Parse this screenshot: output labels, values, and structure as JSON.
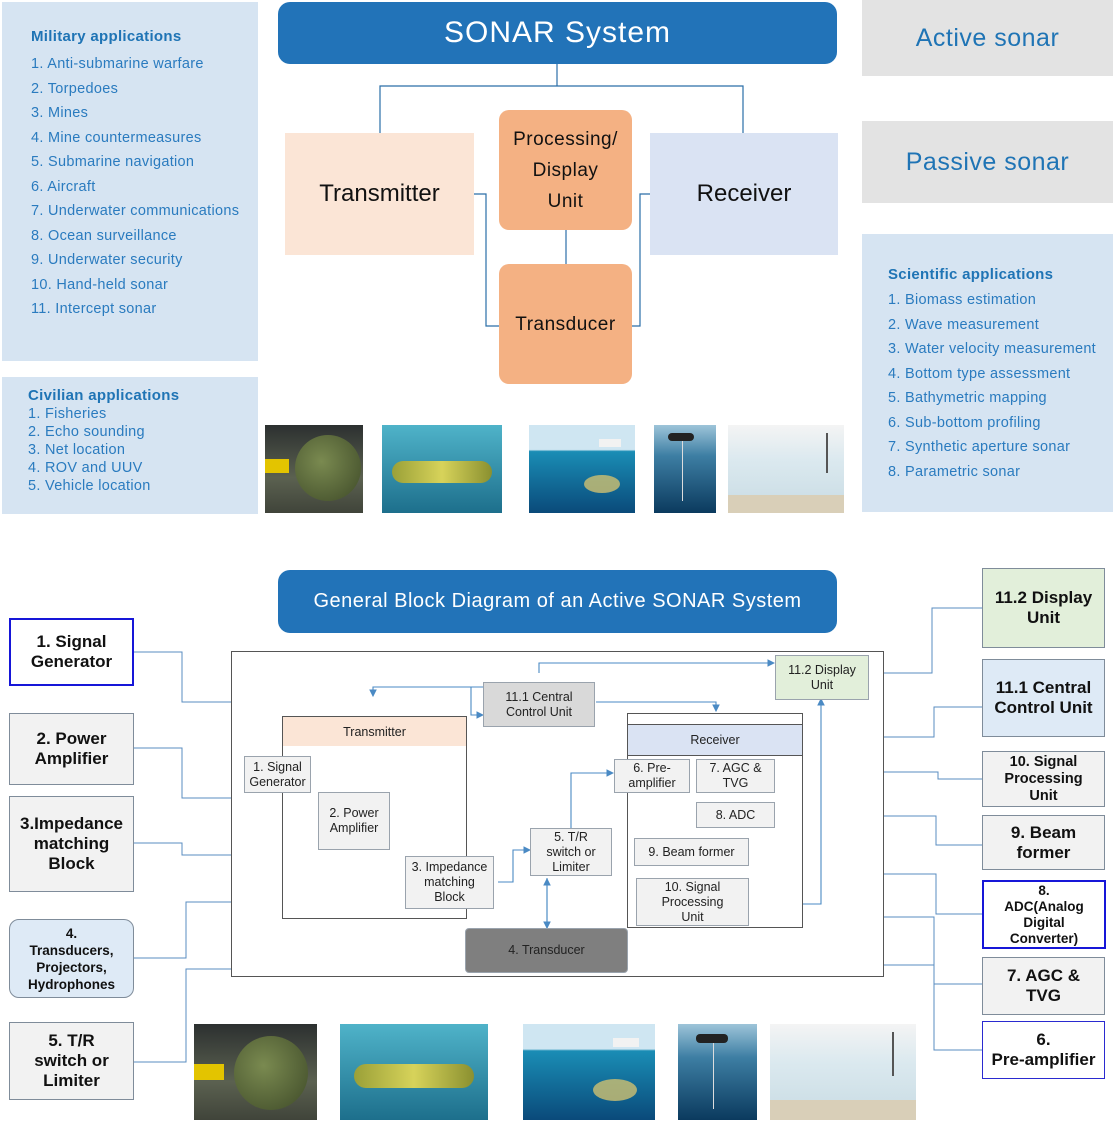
{
  "military": {
    "title": "Military applications",
    "items": [
      "1. Anti-submarine warfare",
      "2. Torpedoes",
      "3. Mines",
      "4. Mine countermeasures",
      "5. Submarine navigation",
      "6. Aircraft",
      "7. Underwater communications",
      "8. Ocean surveillance",
      "9. Underwater security",
      "10. Hand-held sonar",
      "11. Intercept sonar"
    ]
  },
  "civilian": {
    "title": "Civilian applications",
    "items": [
      "1. Fisheries",
      "2. Echo sounding",
      "3. Net location",
      "4. ROV and UUV",
      "5. Vehicle location"
    ]
  },
  "scientific": {
    "title": "Scientific applications",
    "items": [
      "1. Biomass estimation",
      "2. Wave measurement",
      "3. Water velocity measurement",
      "4. Bottom type assessment",
      "5. Bathymetric mapping",
      "6. Sub-bottom profiling",
      "7. Synthetic aperture sonar",
      "8. Parametric sonar"
    ]
  },
  "sonar_system": {
    "title": "SONAR System",
    "transmitter": "Transmitter",
    "receiver": "Receiver",
    "processing": [
      "Processing/",
      "Display",
      "Unit"
    ],
    "transducer": "Transducer"
  },
  "sonar_types": {
    "active": "Active sonar",
    "passive": "Passive sonar"
  },
  "block_diagram": {
    "title": "General Block Diagram of an Active SONAR System",
    "outer_left": {
      "signal_generator": [
        "1. Signal",
        "Generator"
      ],
      "power_amplifier": [
        "2. Power",
        "Amplifier"
      ],
      "impedance": [
        "3.Impedance",
        "matching",
        "Block"
      ],
      "transducers": [
        "4.",
        "Transducers,",
        "Projectors,",
        "Hydrophones"
      ],
      "tr_switch": [
        "5. T/R",
        "switch or",
        "Limiter"
      ]
    },
    "outer_right": {
      "display": [
        "11.2 Display",
        "Unit"
      ],
      "central": [
        "11.1 Central",
        "Control Unit"
      ],
      "signal_proc": [
        "10. Signal",
        "Processing",
        "Unit"
      ],
      "beam": [
        "9. Beam",
        "former"
      ],
      "adc": [
        "8.",
        "ADC(Analog",
        "Digital",
        "Converter)"
      ],
      "agc": [
        "7. AGC &",
        "TVG"
      ],
      "preamp": [
        "6.",
        "Pre-amplifier"
      ]
    },
    "inner": {
      "central": [
        "11.1 Central",
        "Control Unit"
      ],
      "display": [
        "11.2 Display",
        "Unit"
      ],
      "transmitter_hdr": "Transmitter",
      "receiver_hdr": "Receiver",
      "signal_gen": [
        "1. Signal",
        "Generator"
      ],
      "power_amp": [
        "2. Power",
        "Amplifier"
      ],
      "impedance": [
        "3. Impedance",
        "matching",
        "Block"
      ],
      "tr_switch": [
        "5. T/R",
        "switch or",
        "Limiter"
      ],
      "transducer": "4. Transducer",
      "preamp": [
        "6. Pre-",
        "amplifier"
      ],
      "agc": [
        "7. AGC &",
        "TVG"
      ],
      "adc": "8. ADC",
      "beam": "9. Beam former",
      "signal_proc": [
        "10. Signal",
        "Processing",
        "Unit"
      ]
    }
  },
  "colors": {
    "banner": "#2273b8",
    "panel_blue": "#d6e4f2",
    "panel_gray": "#e3e3e3",
    "orange": "#f4b183",
    "highlight_border": "#1616d8",
    "list_text": "#2a7bbf"
  }
}
